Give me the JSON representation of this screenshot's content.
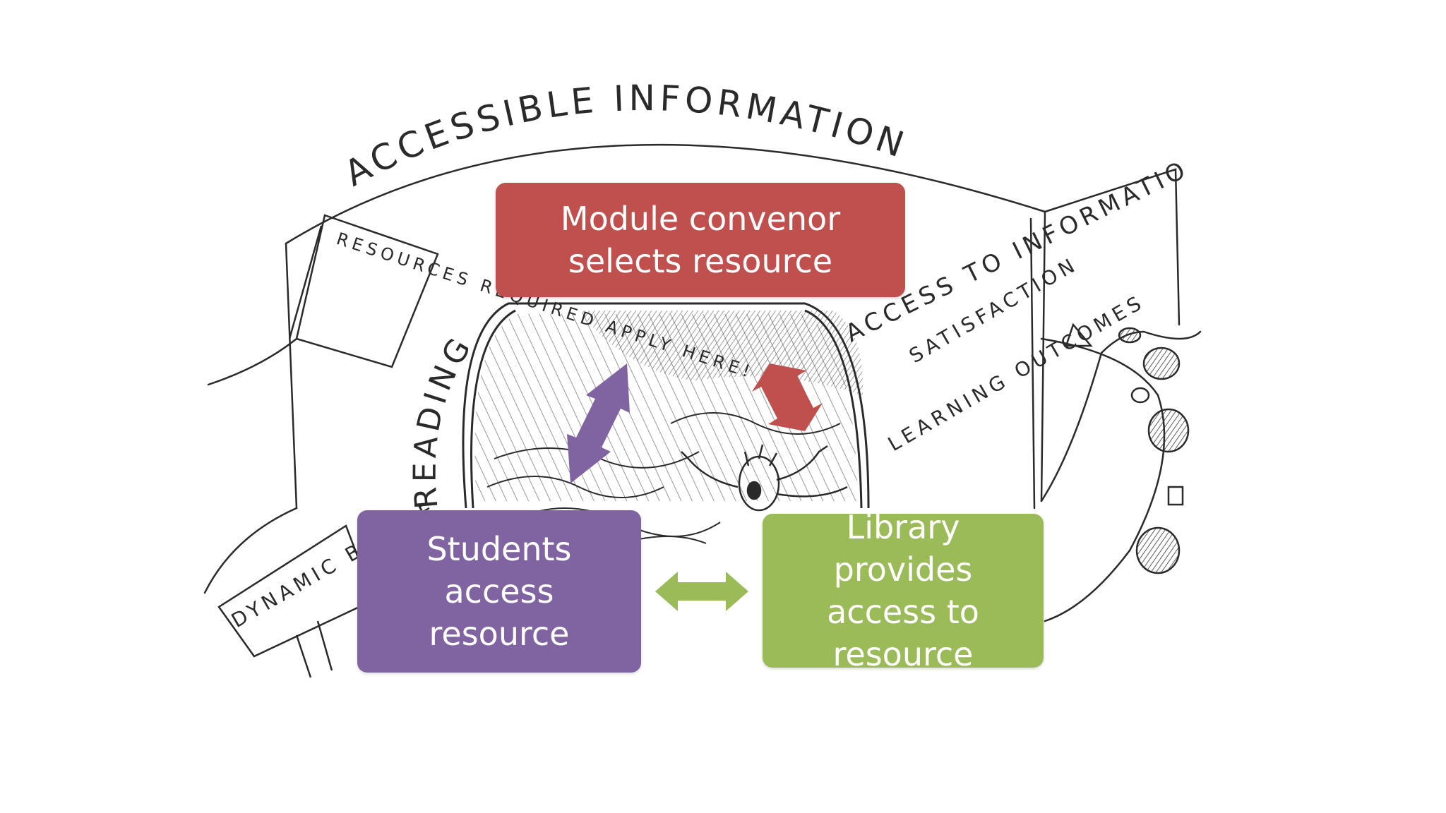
{
  "colors": {
    "module": "#c0504d",
    "students": "#8064a2",
    "library": "#9bbb59",
    "sketch": "#2a2a2a"
  },
  "sketch": {
    "arch_label": "ACCESSIBLE INFORMATION",
    "sign_label": "RESOURCES REQUIRED APPLY HERE!",
    "reading_label": "READING",
    "right_label_1": "ACCESS TO INFORMATION",
    "right_label_2": "ACCESS TO INFORMATION",
    "satisfaction_label": "SATISFACTION",
    "learning_label": "LEARNING OUTCOMES",
    "bridge_label": "DYNAMIC BRIDGE"
  },
  "boxes": {
    "module": "Module convenor\nselects resource",
    "students": "Students access\nresource",
    "library": "Library provides\naccess to\nresource"
  },
  "arrows": {
    "students_module": "#8064a2",
    "library_module": "#c0504d",
    "students_library": "#9bbb59"
  }
}
